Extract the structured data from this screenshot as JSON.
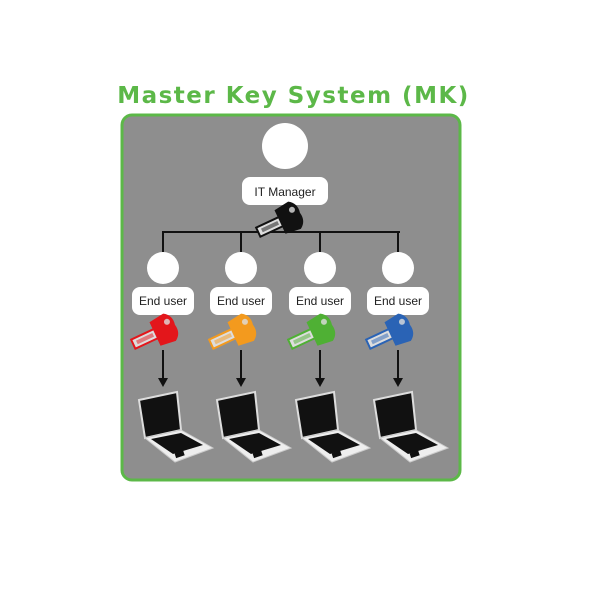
{
  "title": "Master Key System (MK)",
  "manager": {
    "label": "IT Manager",
    "key_color": "#111111"
  },
  "users": [
    {
      "label": "End user",
      "key_color": "#e3161b"
    },
    {
      "label": "End user",
      "key_color": "#f39a1e"
    },
    {
      "label": "End user",
      "key_color": "#4fb034"
    },
    {
      "label": "End user",
      "key_color": "#2a63b5"
    }
  ],
  "colors": {
    "accent": "#5cb848",
    "panel": "#8e8e8e"
  }
}
